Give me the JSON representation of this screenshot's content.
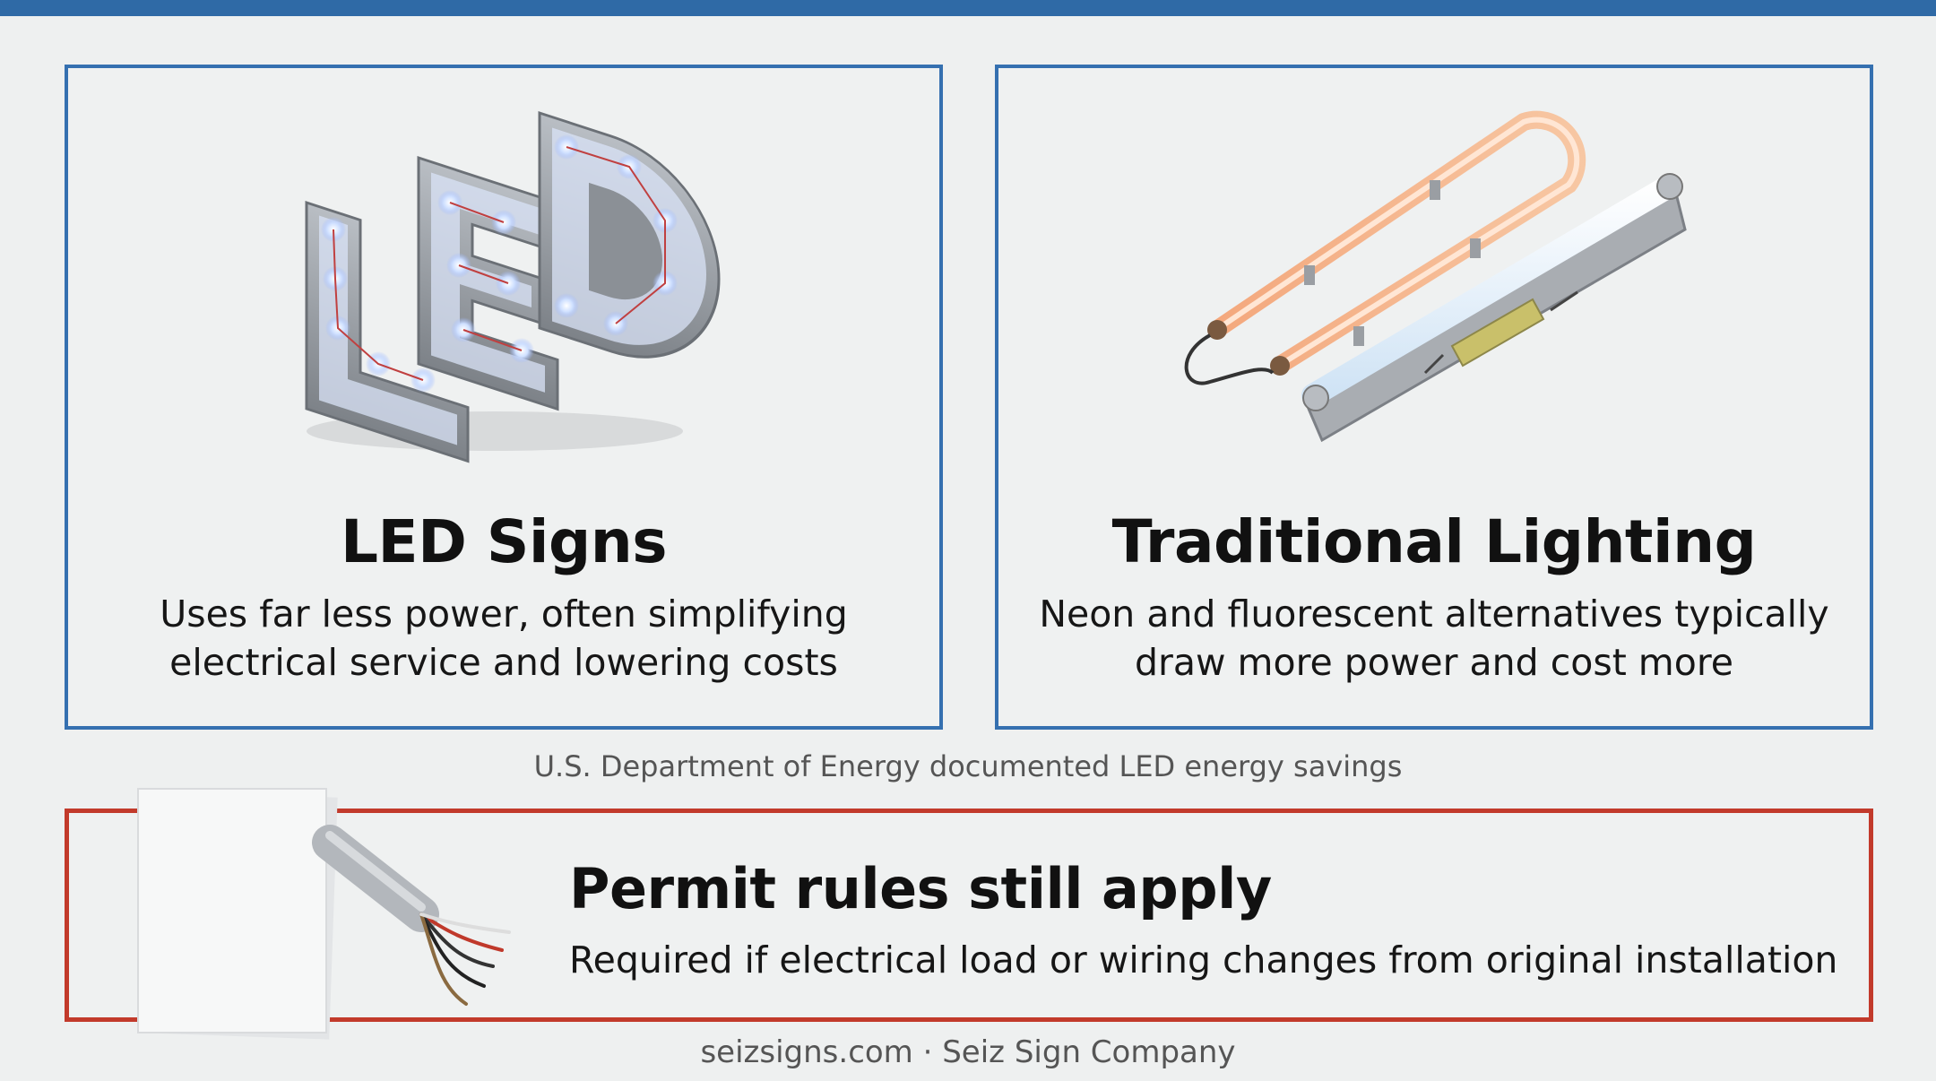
{
  "colors": {
    "top_bar": "#2f6aa6",
    "card_border": "#3570b0",
    "permit_border": "#c23a2b",
    "background": "#eef0f0"
  },
  "cards": [
    {
      "title": "LED Signs",
      "lines": [
        "Uses far less power, often simplifying",
        "electrical service and lowering costs"
      ],
      "icon": "led-channel-letters-icon"
    },
    {
      "title": "Traditional Lighting",
      "lines": [
        "Neon and fluorescent alternatives typically",
        "draw more power and cost more"
      ],
      "icon": "neon-fluorescent-tube-icon"
    }
  ],
  "source_note": "U.S. Department of Energy documented LED energy savings",
  "permit": {
    "title": "Permit rules still apply",
    "description": "Required if electrical load or wiring changes from original installation",
    "icon": "permit-paper-and-cable-icon"
  },
  "footer": "seizsigns.com · Seiz Sign Company"
}
